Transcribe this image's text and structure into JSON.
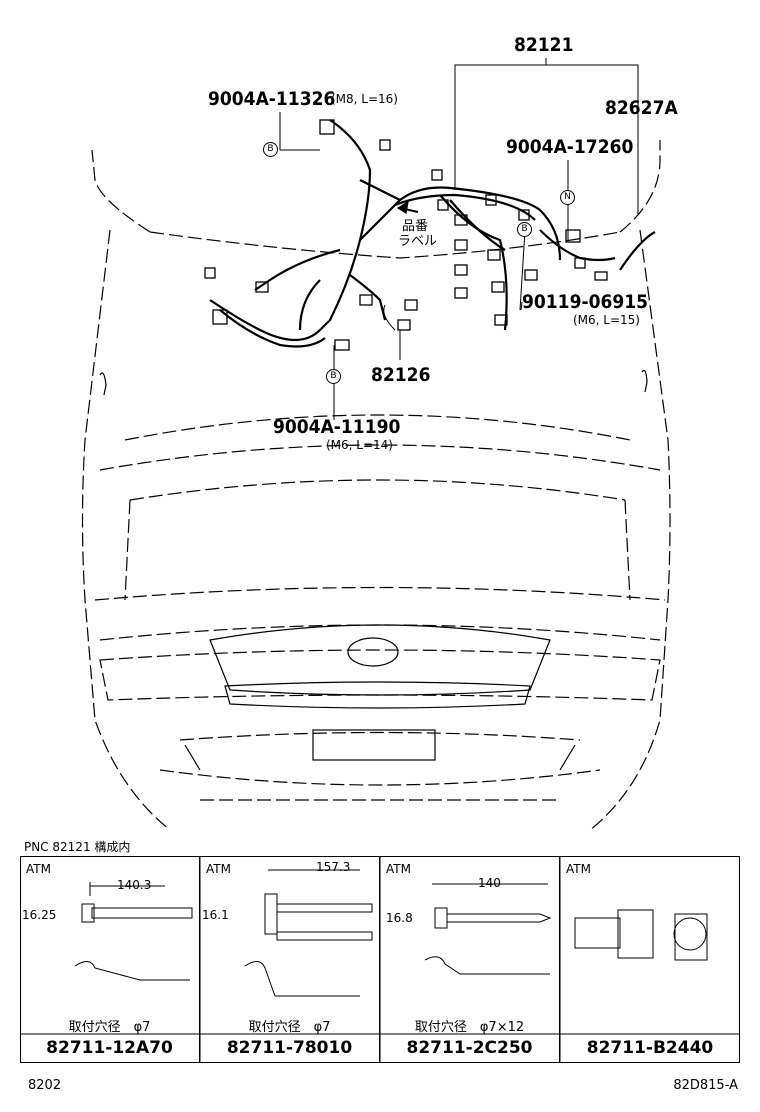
{
  "callouts": {
    "c82121": "82121",
    "c82627a": "82627A",
    "b11326": "9004A-11326",
    "b11326_spec": "(M8, L=16)",
    "b17260": "9004A-17260",
    "b06915": "90119-06915",
    "b06915_spec": "(M6, L=15)",
    "c82126": "82126",
    "b11190": "9004A-11190",
    "b11190_spec": "(M6, L=14)",
    "label_line1": "品番",
    "label_line2": "ラベル"
  },
  "badges": {
    "b": "B",
    "n": "N"
  },
  "legend": {
    "header": "PNC 82121 構成内",
    "cells": [
      {
        "atm": "ATM",
        "length": "140.3",
        "height": "16.25",
        "mount": "取付穴径　φ7",
        "part_no": "82711-12A70"
      },
      {
        "atm": "ATM",
        "length": "157.3",
        "height": "16.1",
        "mount": "取付穴径　φ7",
        "part_no": "82711-78010"
      },
      {
        "atm": "ATM",
        "length": "140",
        "height": "16.8",
        "mount": "取付穴径　φ7×12",
        "part_no": "82711-2C250"
      },
      {
        "atm": "ATM",
        "mount": "",
        "part_no": "82711-B2440"
      }
    ]
  },
  "footer": {
    "left": "8202",
    "right": "82D815-A"
  }
}
